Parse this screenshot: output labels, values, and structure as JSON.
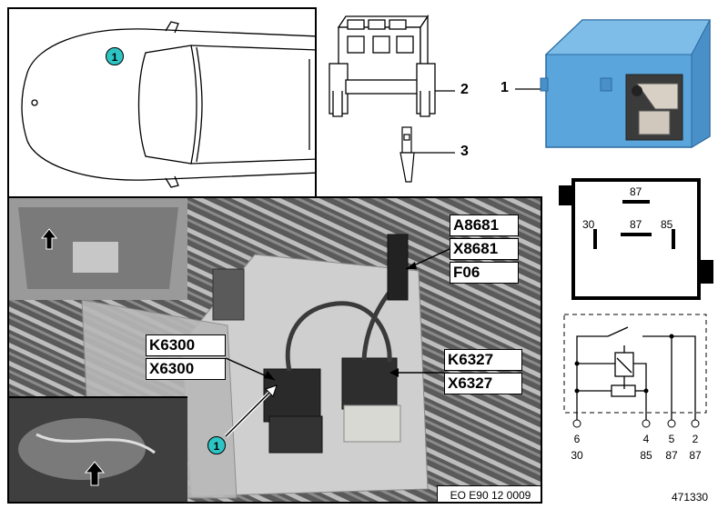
{
  "car_badge": "1",
  "photo_badge": "1",
  "parts": [
    {
      "number": "1"
    },
    {
      "number": "2"
    },
    {
      "number": "3"
    }
  ],
  "relay_symbol": {
    "top_label": "87",
    "mid_label": "87",
    "left_label": "30",
    "right_label": "85"
  },
  "photo_labels": {
    "a8681": "A8681",
    "x8681": "X8681",
    "f06": "F06",
    "k6300": "K6300",
    "x6300": "X6300",
    "k6327": "K6327",
    "x6327": "X6327"
  },
  "photo_ref": "EO E90 12 0009",
  "schematic": {
    "pins": [
      {
        "num": "6",
        "term": "30"
      },
      {
        "num": "4",
        "term": "85"
      },
      {
        "num": "5",
        "term": "87"
      },
      {
        "num": "2",
        "term": "87"
      }
    ]
  },
  "diagram_ref": "471330"
}
